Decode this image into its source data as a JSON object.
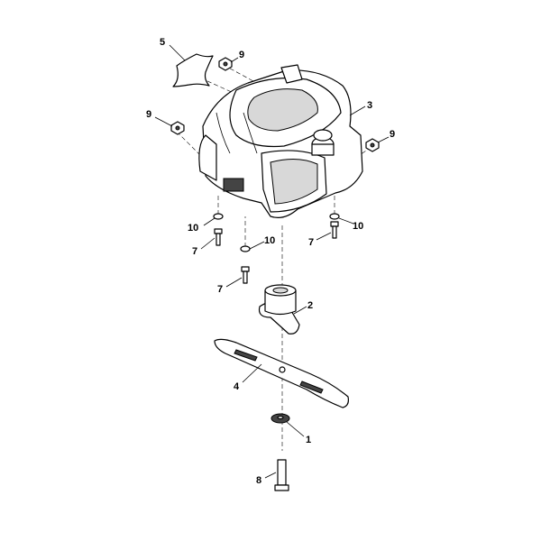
{
  "diagram": {
    "callouts": [
      {
        "id": "c5",
        "text": "5",
        "part": "cover-plate"
      },
      {
        "id": "c9a",
        "text": "9",
        "part": "nut"
      },
      {
        "id": "c9b",
        "text": "9",
        "part": "nut"
      },
      {
        "id": "c3",
        "text": "3",
        "part": "engine"
      },
      {
        "id": "c9c",
        "text": "9",
        "part": "nut"
      },
      {
        "id": "c10a",
        "text": "10",
        "part": "washer"
      },
      {
        "id": "c7a",
        "text": "7",
        "part": "bolt"
      },
      {
        "id": "c10b",
        "text": "10",
        "part": "washer"
      },
      {
        "id": "c7b",
        "text": "7",
        "part": "bolt"
      },
      {
        "id": "c10c",
        "text": "10",
        "part": "washer"
      },
      {
        "id": "c7c",
        "text": "7",
        "part": "bolt"
      },
      {
        "id": "c2",
        "text": "2",
        "part": "blade-adapter"
      },
      {
        "id": "c4",
        "text": "4",
        "part": "blade"
      },
      {
        "id": "c1",
        "text": "1",
        "part": "blade-washer"
      },
      {
        "id": "c8",
        "text": "8",
        "part": "blade-bolt"
      }
    ]
  }
}
